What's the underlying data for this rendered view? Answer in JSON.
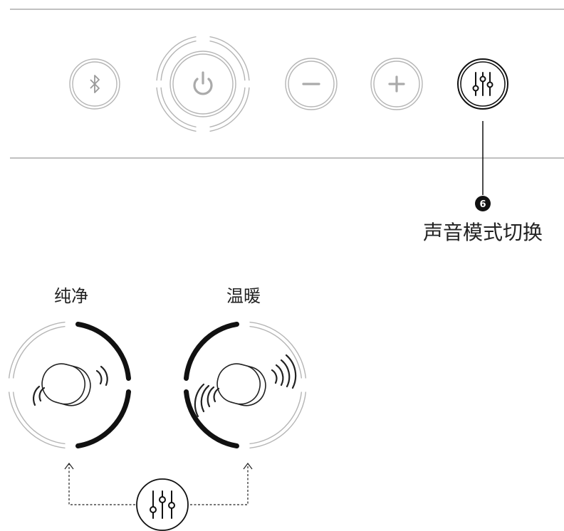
{
  "callout": {
    "number": "6",
    "label": "声音模式切换"
  },
  "modes": [
    {
      "label": "纯净"
    },
    {
      "label": "温暖"
    }
  ],
  "icons": {
    "bluetooth": "bluetooth-icon",
    "power": "power-icon",
    "minus": "minus-icon",
    "plus": "plus-icon",
    "sound_mode": "equalizer-sliders-icon"
  },
  "colors": {
    "line": "#9a9a9a",
    "inactive": "#b5b5b5",
    "active": "#111111"
  }
}
